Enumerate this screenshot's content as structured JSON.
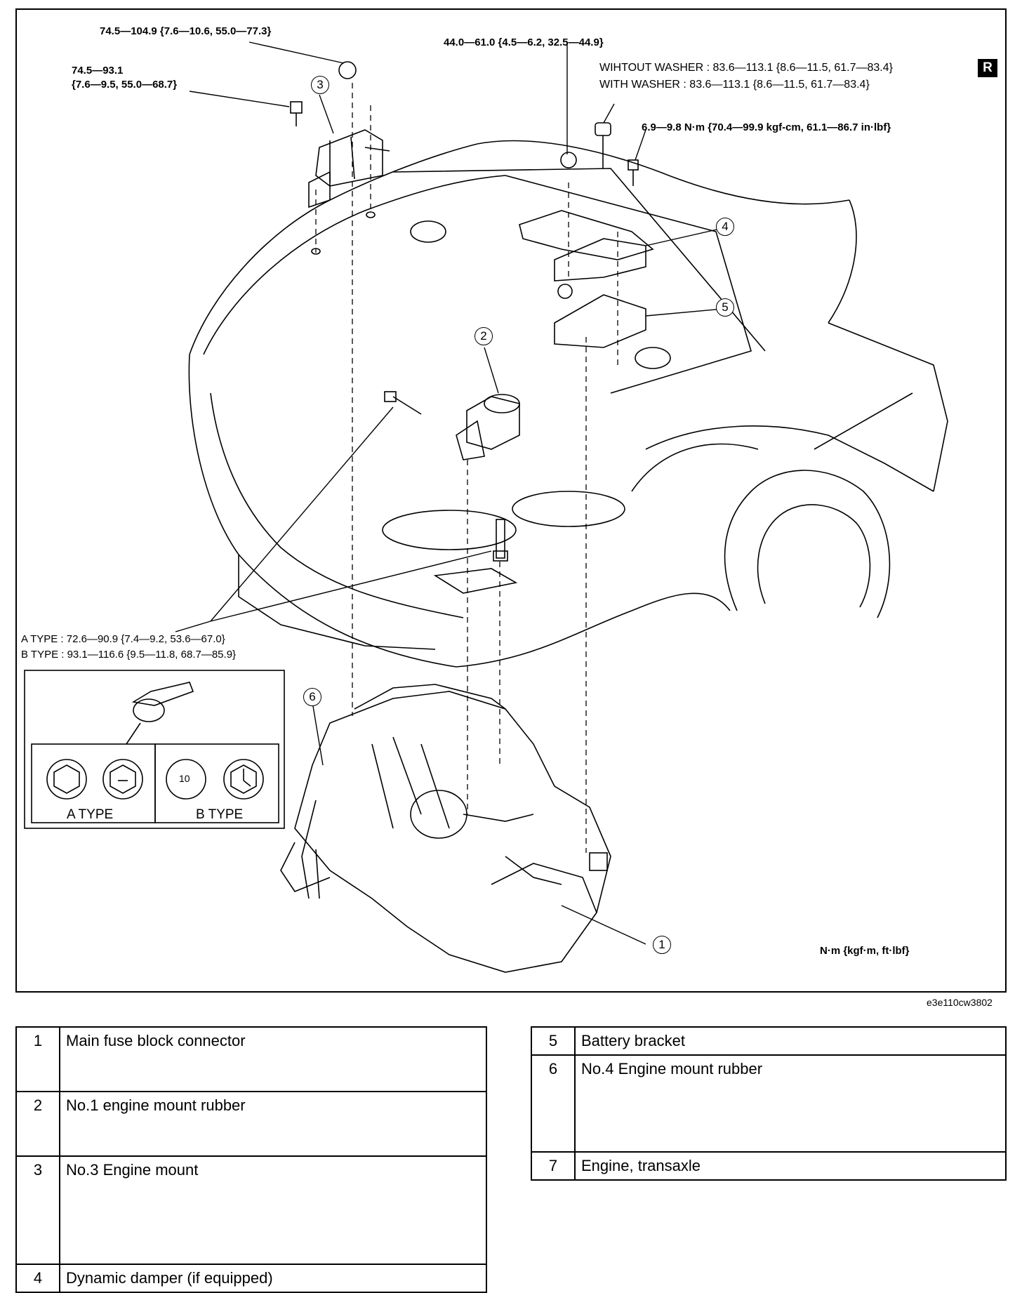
{
  "specs": {
    "no3_nut": "74.5—104.9 {7.6—10.6, 55.0—77.3}",
    "no3_bolt_line1": "74.5—93.1",
    "no3_bolt_line2": "{7.6—9.5, 55.0—68.7}",
    "no4_nut": "44.0—61.0 {4.5—6.2, 32.5—44.9}",
    "without_washer": "WIHTOUT WASHER : 83.6—113.1 {8.6—11.5, 61.7—83.4}",
    "with_washer": "WITH WASHER : 83.6—113.1 {8.6—11.5, 61.7—83.4}",
    "small_bolt": "6.9—9.8 N·m {70.4—99.9 kgf-cm, 61.1—86.7 in·lbf}",
    "a_type": "A TYPE : 72.6—90.9 {7.4—9.2, 53.6—67.0}",
    "b_type": "B TYPE : 93.1—116.6 {9.5—11.8, 68.7—85.9}",
    "units": "N·m {kgf·m, ft·lbf}"
  },
  "tag": "R",
  "callouts": [
    "1",
    "2",
    "3",
    "4",
    "5",
    "6"
  ],
  "bolt_types": {
    "a_label": "A TYPE",
    "b_label": "B TYPE",
    "b_head_mark": "10"
  },
  "figure_id": "e3e110cw3802",
  "parts_left": [
    {
      "num": "1",
      "name": "Main fuse block connector"
    },
    {
      "num": "2",
      "name": "No.1 engine mount rubber"
    },
    {
      "num": "3",
      "name": "No.3 Engine mount"
    },
    {
      "num": "4",
      "name": "Dynamic damper (if equipped)"
    }
  ],
  "parts_right": [
    {
      "num": "5",
      "name": "Battery bracket"
    },
    {
      "num": "6",
      "name": "No.4 Engine mount rubber"
    },
    {
      "num": "7",
      "name": "Engine, transaxle"
    }
  ]
}
